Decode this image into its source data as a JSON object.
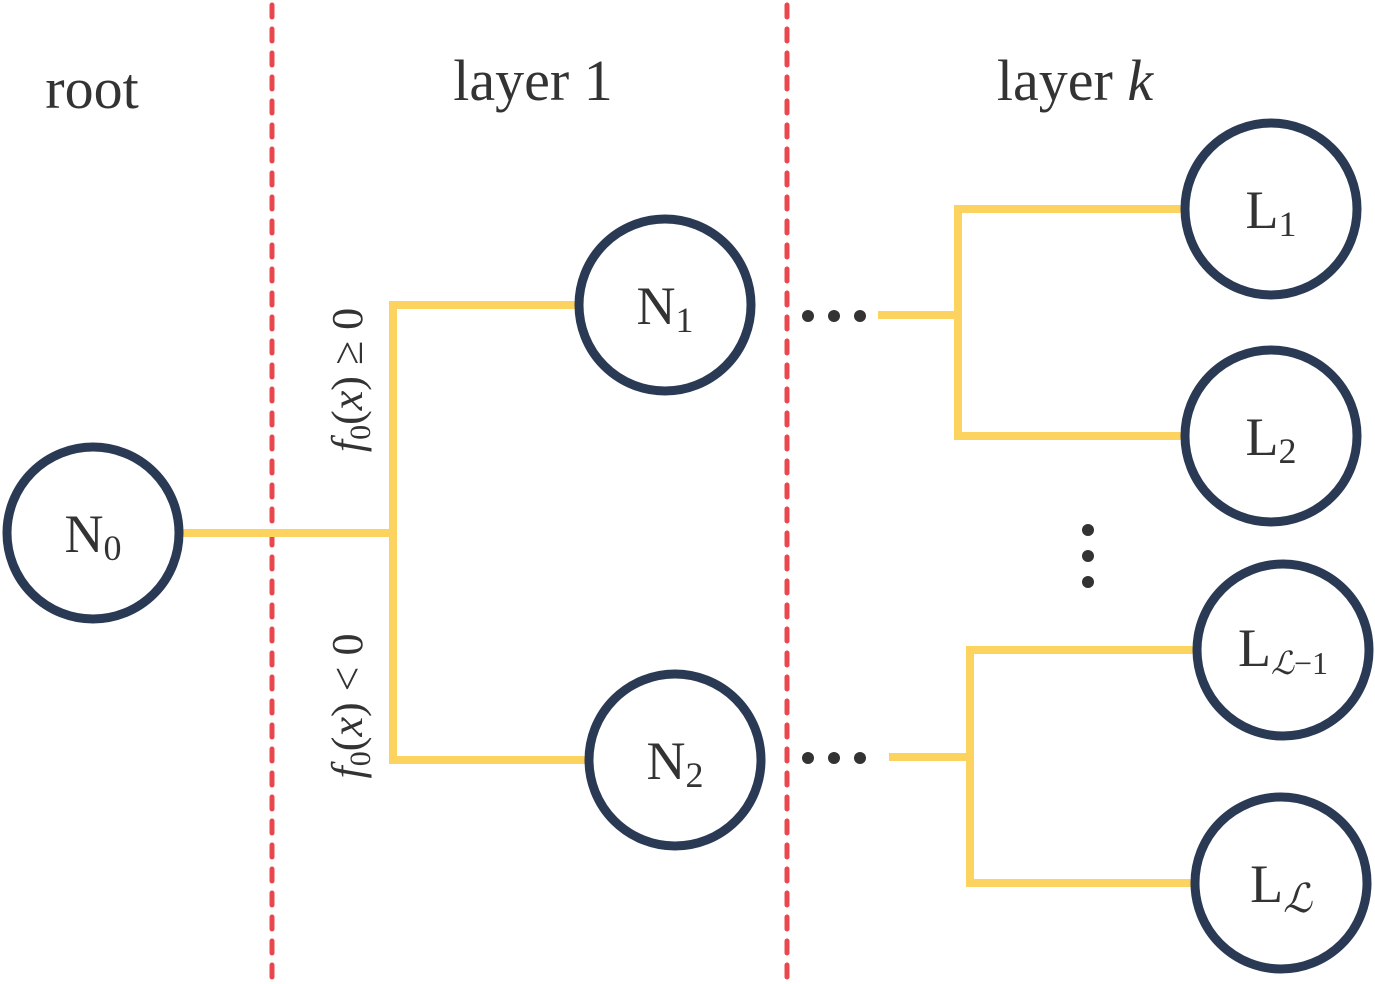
{
  "labels": {
    "root": "root",
    "layer1": "layer 1",
    "layerk_prefix": "layer ",
    "layerk_var": "k"
  },
  "nodes": {
    "n0": {
      "base": "N",
      "sub": "0"
    },
    "n1": {
      "base": "N",
      "sub": "1"
    },
    "n2": {
      "base": "N",
      "sub": "2"
    },
    "l1": {
      "base": "L",
      "sub": "1"
    },
    "l2": {
      "base": "L",
      "sub": "2"
    },
    "lm1": {
      "base": "L",
      "sub_script": "ℒ",
      "sub_rest": "−1"
    },
    "lm": {
      "base": "L",
      "sub_script": "ℒ"
    }
  },
  "conditions": {
    "upper": {
      "f": "f",
      "sub": "0",
      "rest_a": "(",
      "x": "x",
      "rest_b": ") ≥ 0"
    },
    "lower": {
      "f": "f",
      "sub": "0",
      "rest_a": "(",
      "x": "x",
      "rest_b": ") < 0"
    }
  },
  "ellipsis": {
    "h": "•••",
    "v": "•••"
  },
  "colors": {
    "node_stroke": "#2a3a55",
    "edge": "#fdd35f",
    "divider": "#e8474e",
    "text": "#333333",
    "dots": "#333333"
  }
}
